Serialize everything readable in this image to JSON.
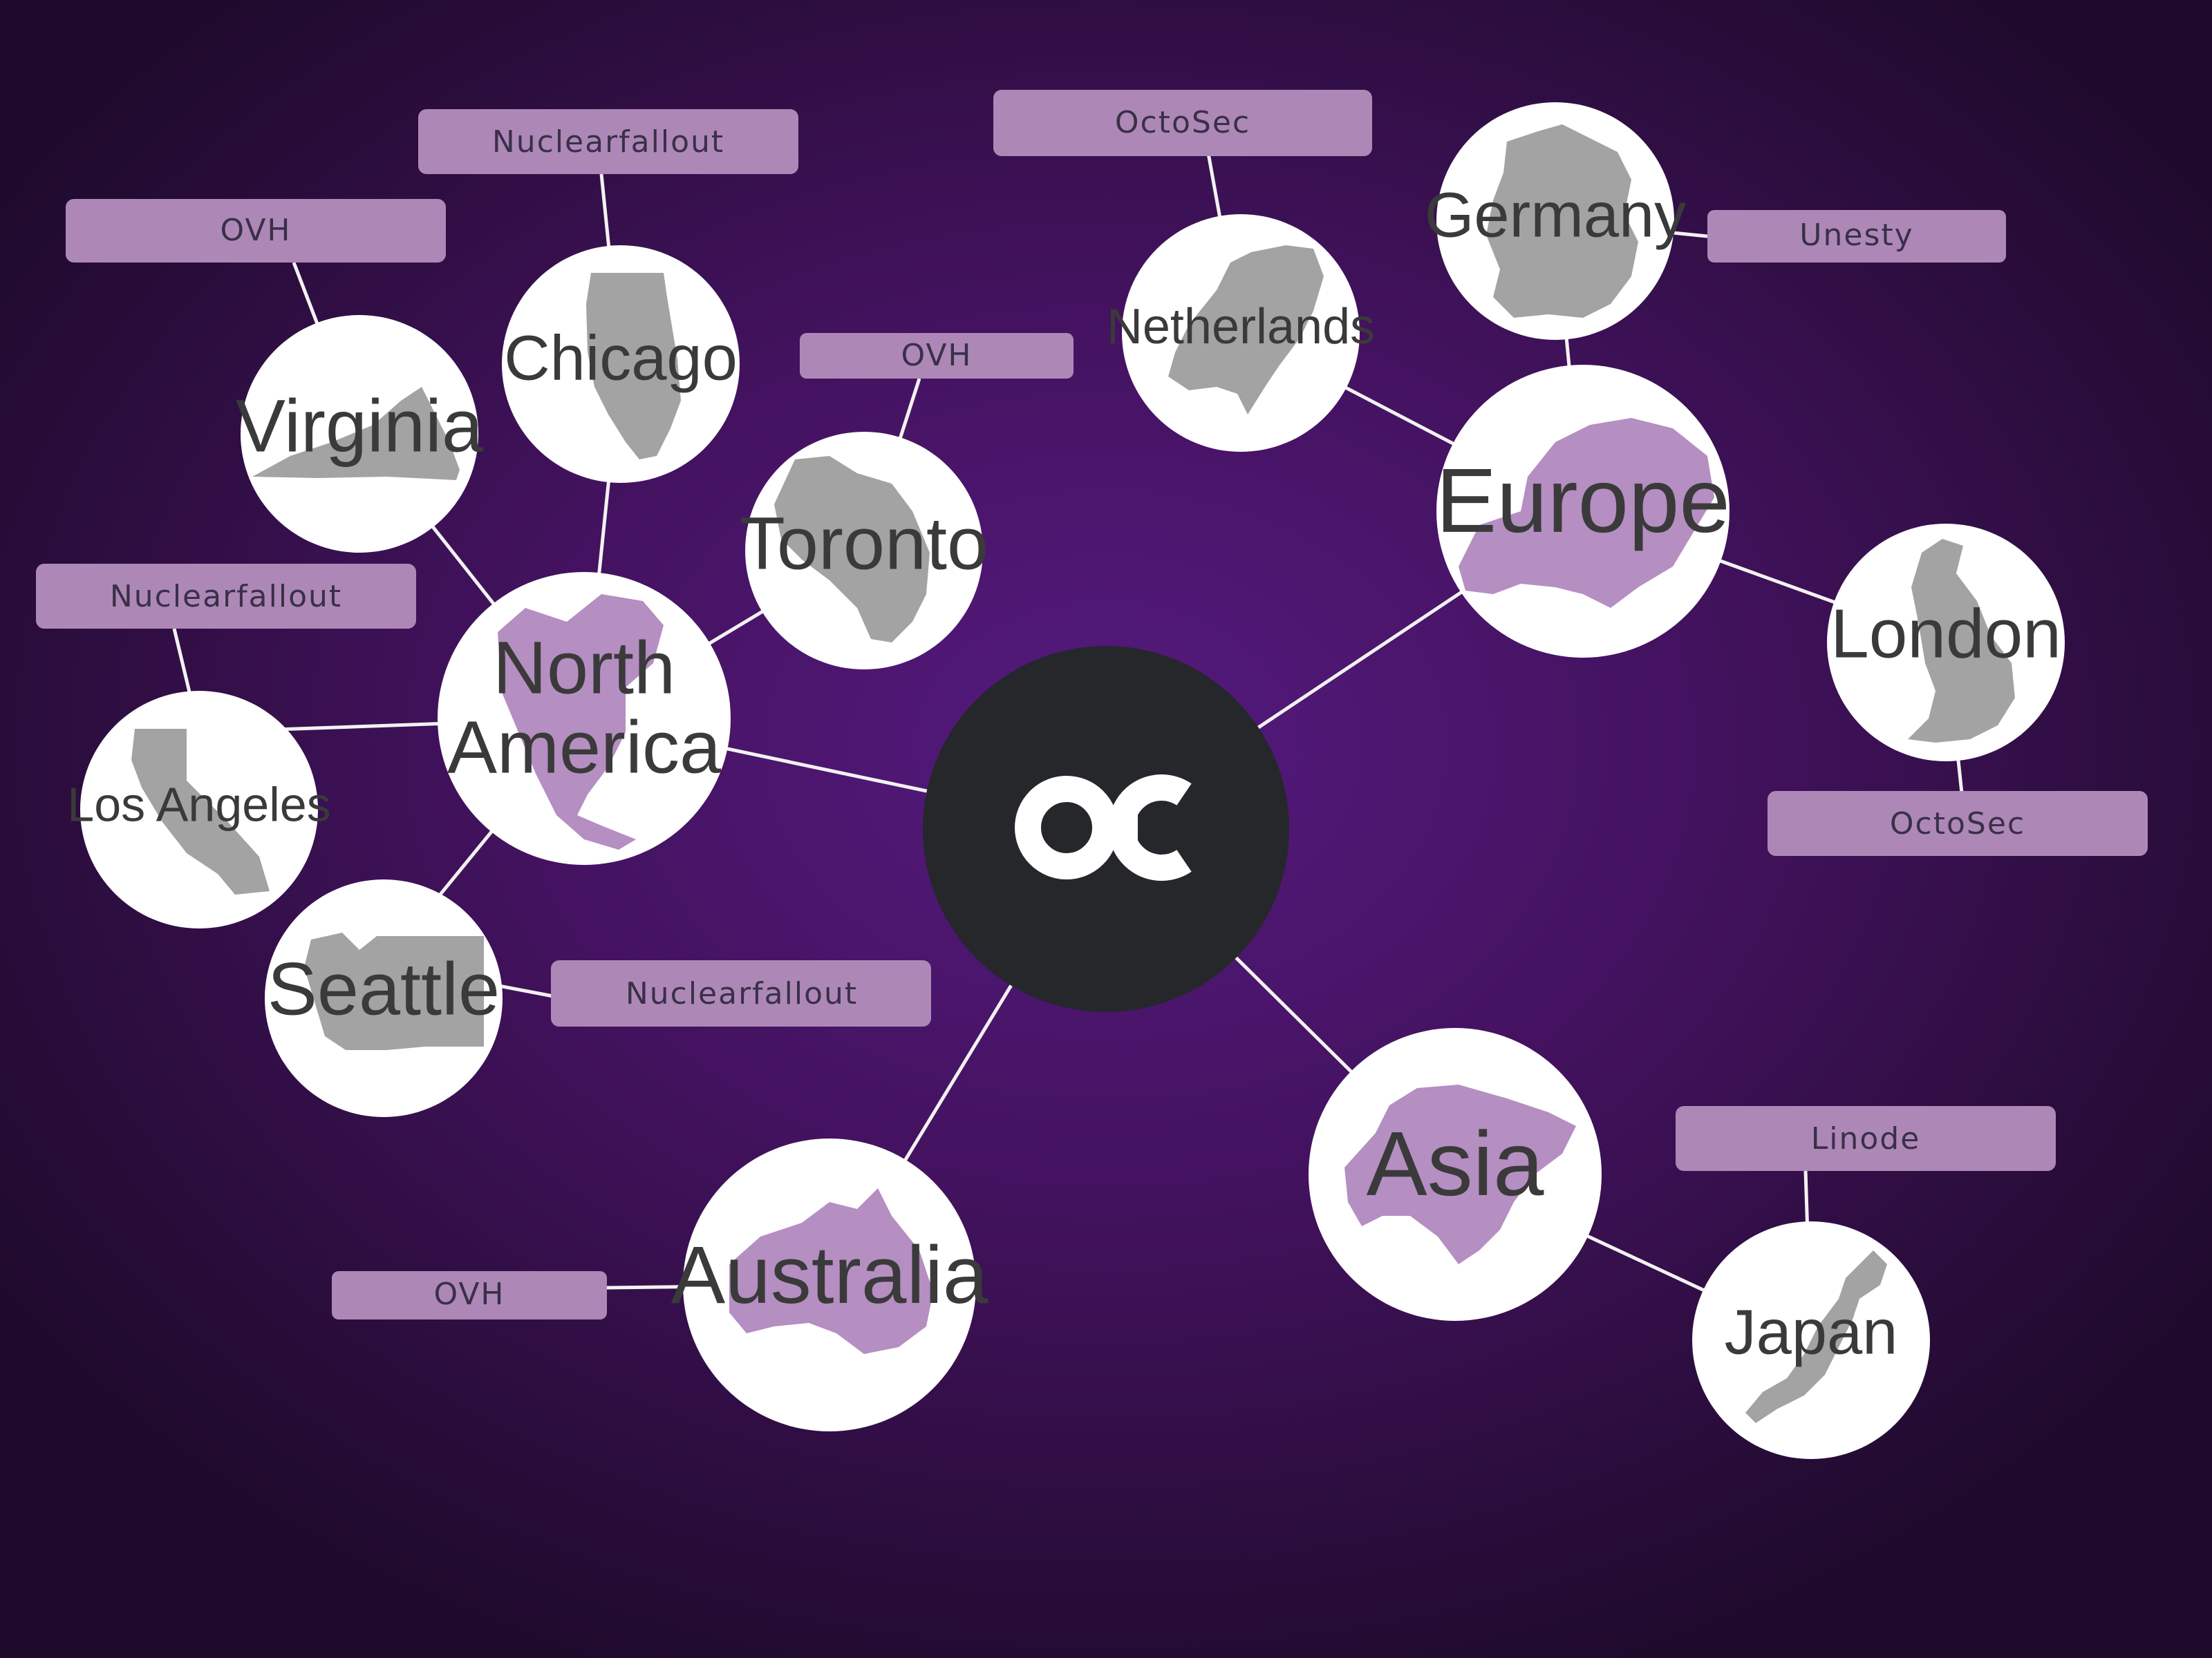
{
  "center": {
    "logo_text": "oc",
    "logo_icon": "octocloud-logo-icon"
  },
  "colors": {
    "background": "#4a1470",
    "node_fill": "#ffffff",
    "tag_fill": "#ad88b7",
    "center_fill": "#25272b",
    "edge": "#f2f2f2",
    "continent_map": "#b58ec2",
    "city_map": "#a3a3a3"
  },
  "regions": {
    "north_america": {
      "line1": "North",
      "line2": "America",
      "icon": "north-america-map-icon"
    },
    "europe": {
      "label": "Europe",
      "icon": "europe-map-icon"
    },
    "asia": {
      "label": "Asia",
      "icon": "asia-map-icon"
    },
    "australia": {
      "label": "Australia",
      "icon": "australia-map-icon"
    }
  },
  "locations": {
    "virginia": {
      "label": "Virginia",
      "provider": "OVH",
      "icon": "virginia-map-icon"
    },
    "chicago": {
      "label": "Chicago",
      "provider": "Nuclearfallout",
      "icon": "illinois-map-icon"
    },
    "toronto": {
      "label": "Toronto",
      "provider": "OVH",
      "icon": "ontario-map-icon"
    },
    "los_angeles": {
      "label": "Los Angeles",
      "provider": "Nuclearfallout",
      "icon": "california-map-icon"
    },
    "seattle": {
      "label": "Seattle",
      "provider": "Nuclearfallout",
      "icon": "washington-map-icon"
    },
    "netherlands": {
      "label": "Netherlands",
      "provider": "OctoSec",
      "icon": "netherlands-map-icon"
    },
    "germany": {
      "label": "Germany",
      "provider": "Unesty",
      "icon": "germany-map-icon"
    },
    "london": {
      "label": "London",
      "provider": "OctoSec",
      "icon": "uk-map-icon"
    },
    "japan": {
      "label": "Japan",
      "provider": "Linode",
      "icon": "japan-map-icon"
    },
    "australia": {
      "provider": "OVH"
    }
  }
}
